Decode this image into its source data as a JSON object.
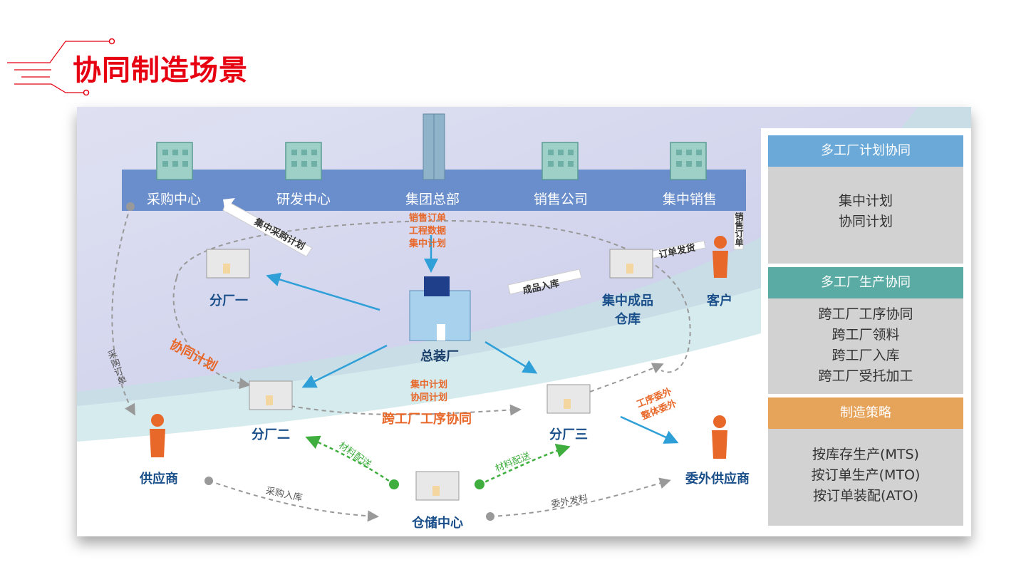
{
  "page": {
    "title": "协同制造场景"
  },
  "colors": {
    "title": "#e60012",
    "band": "#6a8ecb",
    "accent_blue": "#2f9fd8",
    "orange": "#e8682a",
    "green": "#3fae3f"
  },
  "band": {
    "items": [
      "采购中心",
      "研发中心",
      "集团总部",
      "销售公司",
      "集中销售"
    ]
  },
  "nodes": {
    "factory1": "分厂一",
    "factory2": "分厂二",
    "factory3": "分厂三",
    "assembly": "总装厂",
    "warehouse_central": [
      "集中成品",
      "仓库"
    ],
    "customer": "客户",
    "supplier": "供应商",
    "outsource": "委外供应商",
    "storage": "仓储中心"
  },
  "flows": {
    "hq_labels": [
      "销售订单",
      "工程数据",
      "集中计划"
    ],
    "central_purchase": "集中采购计划",
    "finished_in": "成品入库",
    "order_ship": "订单发货",
    "sales_order_vertical": "销售订单",
    "purchase_order": "采购订单",
    "collab_plan": "协同计划",
    "assembly_plans": [
      "集中计划",
      "协同计划"
    ],
    "cross_process": "跨工厂工序协同",
    "outsource_labels": [
      "工序委外",
      "整体委外"
    ],
    "material1": "材料配送",
    "material2": "材料配送",
    "purchase_in": "采购入库",
    "outsource_send": "委外发料"
  },
  "sidebar": {
    "sections": [
      {
        "header": "多工厂计划协同",
        "color": "#6aa9d8",
        "items": [
          "集中计划",
          "协同计划"
        ]
      },
      {
        "header": "多工厂生产协同",
        "color": "#5aaba3",
        "items": [
          "跨工厂工序协同",
          "跨工厂领料",
          "跨工厂入库",
          "跨工厂受托加工"
        ]
      },
      {
        "header": "制造策略",
        "color": "#e6a35a",
        "items": [
          "按库存生产(MTS)",
          "按订单生产(MTO)",
          "按订单装配(ATO)"
        ]
      }
    ]
  }
}
